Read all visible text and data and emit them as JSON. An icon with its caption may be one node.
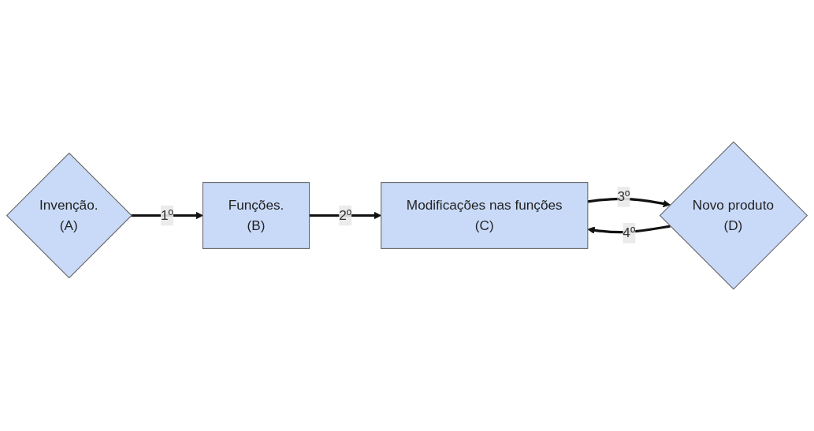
{
  "diagram": {
    "nodes": [
      {
        "text": [
          "Invenção.",
          "(A)"
        ]
      },
      {
        "text": [
          "Funções.",
          "(B)"
        ]
      },
      {
        "text": [
          "Modificações nas funções",
          "(C)"
        ]
      },
      {
        "text": [
          "Novo produto",
          "(D)"
        ]
      }
    ],
    "edges": [
      {
        "from": 0,
        "to": 1,
        "arrow": "to",
        "label": "1º"
      },
      {
        "from": 1,
        "to": 2,
        "arrow": "to",
        "label": "2º"
      },
      {
        "from": 2,
        "to": 3,
        "arrow": "to",
        "label": "3º"
      },
      {
        "from": 3,
        "to": 2,
        "arrow": "to",
        "label": "4º"
      }
    ]
  }
}
